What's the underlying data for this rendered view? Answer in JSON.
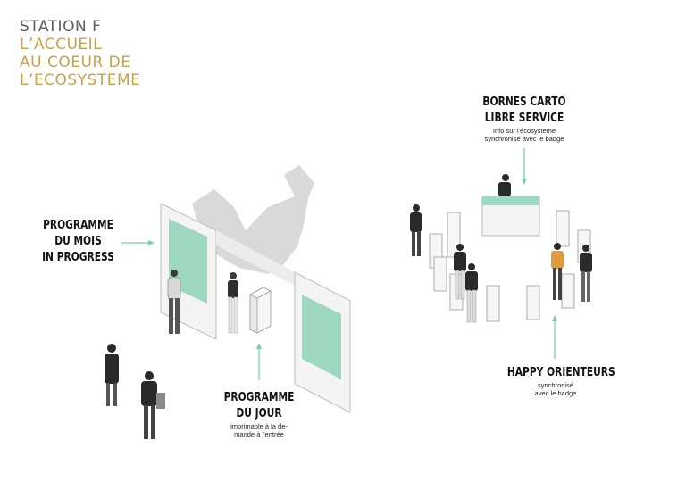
{
  "title": {
    "line1": "STATION F",
    "line2": "L’ACCUEIL",
    "line3": "AU COEUR DE",
    "line4": "L’ECOSYSTEME"
  },
  "colors": {
    "title_gray": "#5c5c5c",
    "title_gold": "#c8a24a",
    "screen_green": "#9fd8c1",
    "arrow_teal": "#7ecbb3",
    "shadow_gray": "#d6d6d6"
  },
  "labels": {
    "programme_mois": {
      "h1": "PROGRAMME",
      "h2": "DU MOIS",
      "h3": "IN PROGRESS"
    },
    "bornes": {
      "h1": "BORNES CARTO",
      "h2": "LIBRE SERVICE",
      "s1": "Info sur l'écosysteme",
      "s2": "synchronisé avec le badge"
    },
    "programme_jour": {
      "h1": "PROGRAMME",
      "h2": "DU JOUR",
      "s1": "imprimable à la de-",
      "s2": "mande à l'entrée"
    },
    "happy": {
      "h1": "HAPPY ORIENTEURS",
      "s1": "synchronisé",
      "s2": "avec le badge"
    }
  }
}
